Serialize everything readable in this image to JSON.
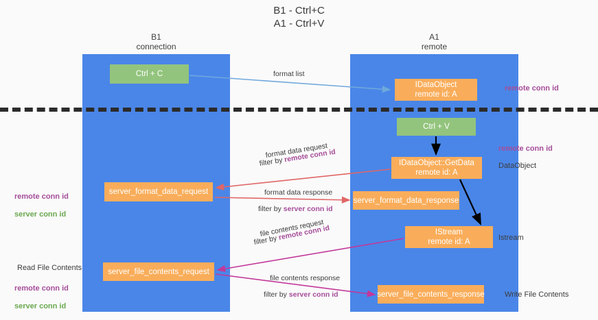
{
  "title": "B1 - Ctrl+C\nA1 - Ctrl+V",
  "lanes": {
    "left": {
      "head": "B1\nconnection",
      "color": "#4a86e8"
    },
    "right": {
      "head": "A1\nremote",
      "color": "#4a86e8"
    }
  },
  "colors": {
    "lane": "#4a86e8",
    "green_node": "#93c47d",
    "orange_node": "#f9ad5a",
    "remote_conn_id": "#a64d9a",
    "server_conn_id": "#6aa84f",
    "separator": "#2b2b2b",
    "arrow_format_list": "#6fa8dc",
    "arrow_format_data": "#e06666",
    "arrow_black": "#000000",
    "arrow_file_contents": "#c2389a"
  },
  "nodes": {
    "ctrl_c": {
      "line1": "Ctrl + C",
      "line2": ""
    },
    "idataobject": {
      "line1": "IDataObject",
      "line2": "remote id: A"
    },
    "ctrl_v": {
      "line1": "Ctrl + V",
      "line2": ""
    },
    "getdata": {
      "line1": "IDataObject::GetData",
      "line2": "remote id: A"
    },
    "server_format_data_request": {
      "line1": "server_format_data_request",
      "line2": ""
    },
    "server_format_data_response": {
      "line1": "server_format_data_response",
      "line2": ""
    },
    "istream": {
      "line1": "IStream",
      "line2": "remote id: A"
    },
    "server_file_contents_request": {
      "line1": "server_file_contents_request",
      "line2": ""
    },
    "server_file_contents_response": {
      "line1": "server_file_contents_response",
      "line2": ""
    }
  },
  "edge_labels": {
    "format_list": "format list",
    "format_data_request": "format data request",
    "format_data_request_filter_prefix": "filter by ",
    "format_data_request_filter_key": "remote conn id",
    "format_data_response": "format data response",
    "format_data_response_filter_prefix": "filter by ",
    "format_data_response_filter_key": "server conn id",
    "file_contents_request": "file contents request",
    "file_contents_request_filter_prefix": "filter by ",
    "file_contents_request_filter_key": "remote conn id",
    "file_contents_response": "file contents response",
    "file_contents_response_filter_prefix": "filter by ",
    "file_contents_response_filter_key": "server conn id"
  },
  "side_notes": {
    "right_remote_conn_id_top": "remote conn id",
    "right_remote_conn_id_mid": "remote conn id",
    "dataobject": "DataObject",
    "istream": "Istream",
    "write_file_contents": "Write File Contents",
    "left_remote_conn_id": "remote conn id",
    "left_server_conn_id": "server conn id",
    "read_file_contents": "Read File Contents",
    "left_remote_conn_id_2": "remote conn id",
    "left_server_conn_id_2": "server conn id"
  }
}
